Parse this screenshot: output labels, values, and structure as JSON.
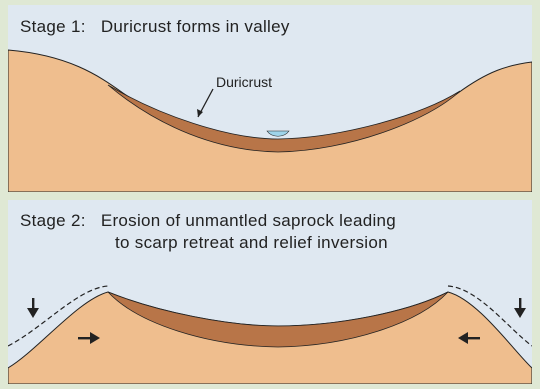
{
  "stage1": {
    "number": "Stage 1:",
    "title": "Duricrust forms in valley",
    "label": "Duricrust"
  },
  "stage2": {
    "number": "Stage 2:",
    "title_line1": "Erosion of unmantled saprock leading",
    "title_line2": "to scarp retreat and relief inversion"
  },
  "colors": {
    "background": "#dfe8d4",
    "sky": "#dfe8f1",
    "sediment": "#efbe8e",
    "duricrust": "#b87548",
    "water": "#9fd4ea",
    "line": "#222222"
  }
}
